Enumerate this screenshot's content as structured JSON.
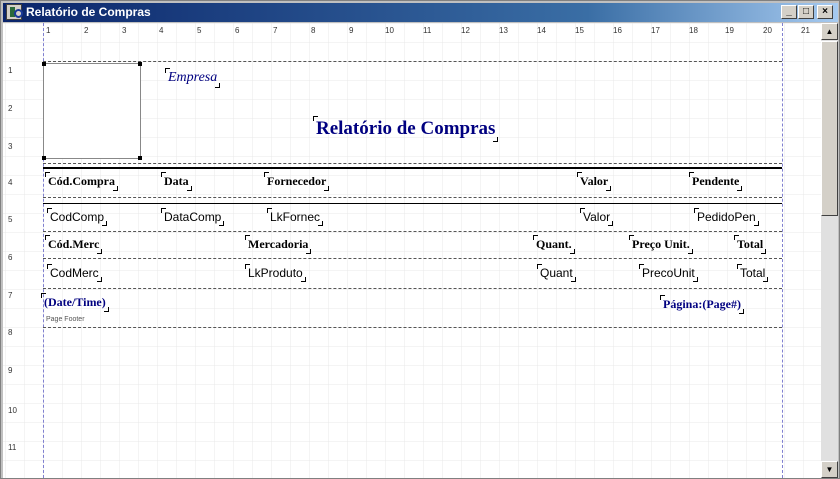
{
  "window": {
    "title": "Relatório de Compras",
    "minimize": "_",
    "maximize": "□",
    "close": "×"
  },
  "ruler": {
    "top": [
      "1",
      "2",
      "3",
      "4",
      "5",
      "6",
      "7",
      "8",
      "9",
      "10",
      "11",
      "12",
      "13",
      "14",
      "15",
      "16",
      "17",
      "18",
      "19",
      "20",
      "21"
    ],
    "left": [
      "1",
      "2",
      "3",
      "4",
      "5",
      "6",
      "7",
      "8",
      "9",
      "10",
      "11"
    ]
  },
  "report": {
    "empresa": "Empresa",
    "title": "Relatório de Compras",
    "header_labels": {
      "cod_compra": "Cód.Compra",
      "data": "Data",
      "fornecedor": "Fornecedor",
      "valor": "Valor",
      "pendente": "Pendente"
    },
    "master_fields": {
      "cod_comp": "CodComp",
      "data_comp": "DataComp",
      "lk_fornec": "LkFornec",
      "valor": "Valor",
      "pedido_pen": "PedidoPen"
    },
    "detail_labels": {
      "cod_merc": "Cód.Merc",
      "mercadoria": "Mercadoria",
      "quant": "Quant.",
      "preco_unit": "Preço Unit.",
      "total": "Total"
    },
    "detail_fields": {
      "cod_merc": "CodMerc",
      "lk_produto": "LkProduto",
      "quant": "Quant",
      "preco_unit": "PrecoUnit",
      "total": "Total"
    },
    "footer": {
      "datetime": "(Date/Time)",
      "pagina": "Página:(Page#)",
      "band_name": "Page Footer"
    }
  }
}
